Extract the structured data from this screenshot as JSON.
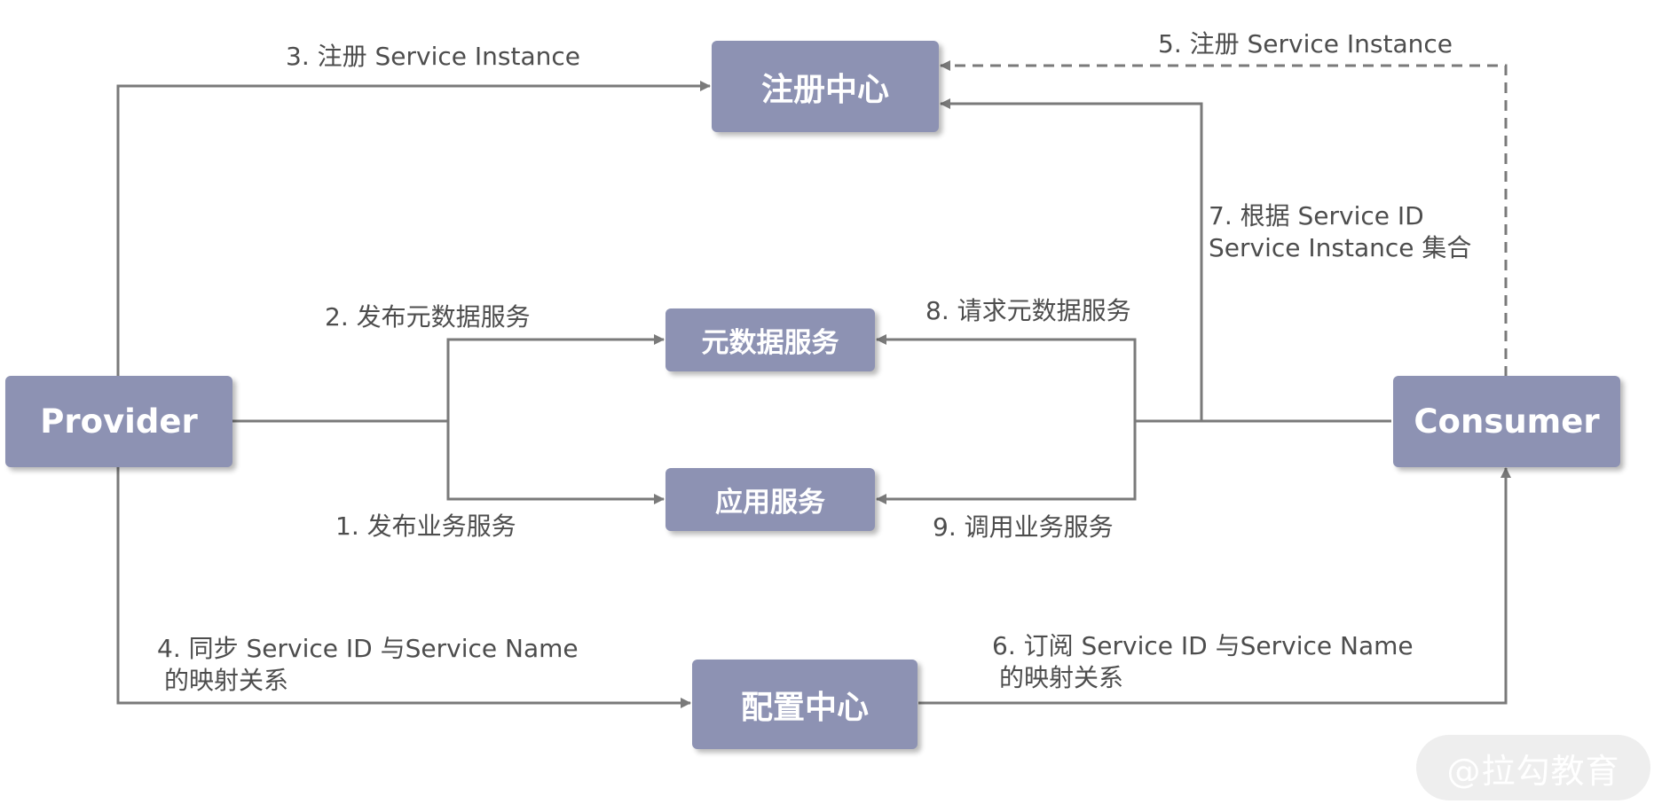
{
  "nodes": {
    "registry": "注册中心",
    "metadata_service": "元数据服务",
    "app_service": "应用服务",
    "config_center": "配置中心",
    "provider": "Provider",
    "consumer": "Consumer"
  },
  "edges": {
    "step1": "1. 发布业务服务",
    "step2": "2. 发布元数据服务",
    "step3": "3. 注册 Service Instance",
    "step4_line1": "4. 同步 Service ID 与Service Name",
    "step4_line2": "的映射关系",
    "step5": "5. 注册 Service Instance",
    "step6_line1": "6. 订阅 Service ID 与Service Name",
    "step6_line2": "的映射关系",
    "step7_line1": "7. 根据 Service ID",
    "step7_line2": "Service Instance 集合",
    "step8": "8. 请求元数据服务",
    "step9": "9. 调用业务服务"
  },
  "watermark": "@拉勾教育",
  "colors": {
    "node_fill": "#8d92b3",
    "node_text": "#ffffff",
    "line": "#7a7a7a",
    "label_text": "#4d4d4d"
  }
}
